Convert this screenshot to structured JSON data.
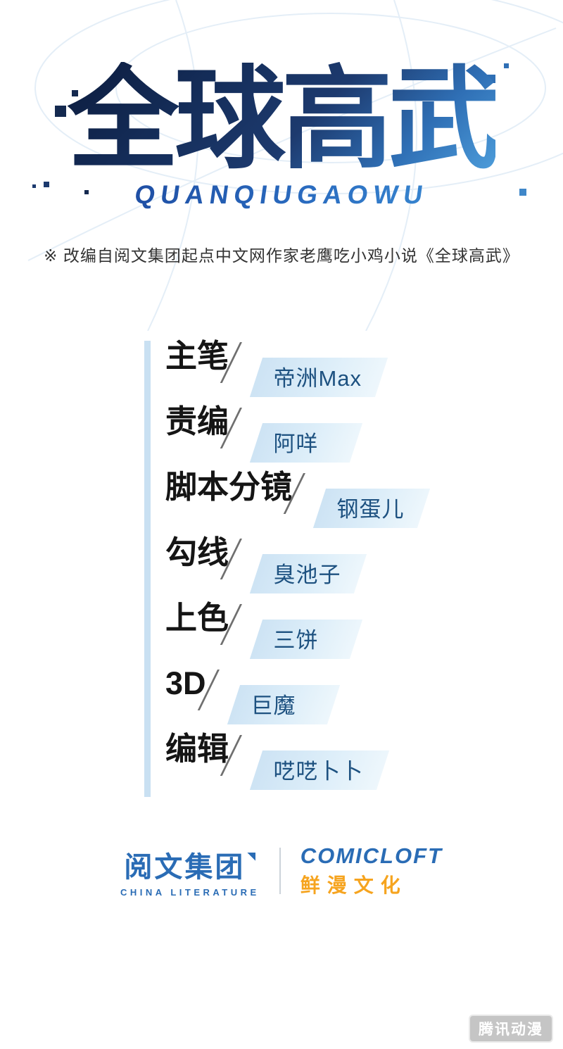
{
  "logo": {
    "title": "全球高武",
    "subtitle": "QUANQIUGAOWU"
  },
  "tagline": "※ 改编自阅文集团起点中文网作家老鹰吃小鸡小说《全球高武》",
  "credits": {
    "items": [
      {
        "role": "主笔",
        "name": "帝洲Max"
      },
      {
        "role": "责编",
        "name": "阿咩"
      },
      {
        "role": "脚本分镜",
        "name": "钢蛋儿"
      },
      {
        "role": "勾线",
        "name": "臭池子"
      },
      {
        "role": "上色",
        "name": "三饼"
      },
      {
        "role": "3D",
        "name": "巨魔"
      },
      {
        "role": "编辑",
        "name": "呓呓卜卜"
      }
    ]
  },
  "footer": {
    "publisher_name": "阅文集团",
    "publisher_sub": "CHINA LITERATURE",
    "studio_name": "COMICLOFT",
    "studio_sub": "鲜漫文化"
  },
  "watermark": "腾讯动漫",
  "colors": {
    "logo_dark": "#0c1c3e",
    "logo_light": "#4fa0dd",
    "accent_blue": "#2a6cb5",
    "plate_blue": "#d4e7f6",
    "name_text": "#1d5180",
    "studio_orange": "#f6a41f",
    "bar_blue": "#c9e0f2"
  }
}
